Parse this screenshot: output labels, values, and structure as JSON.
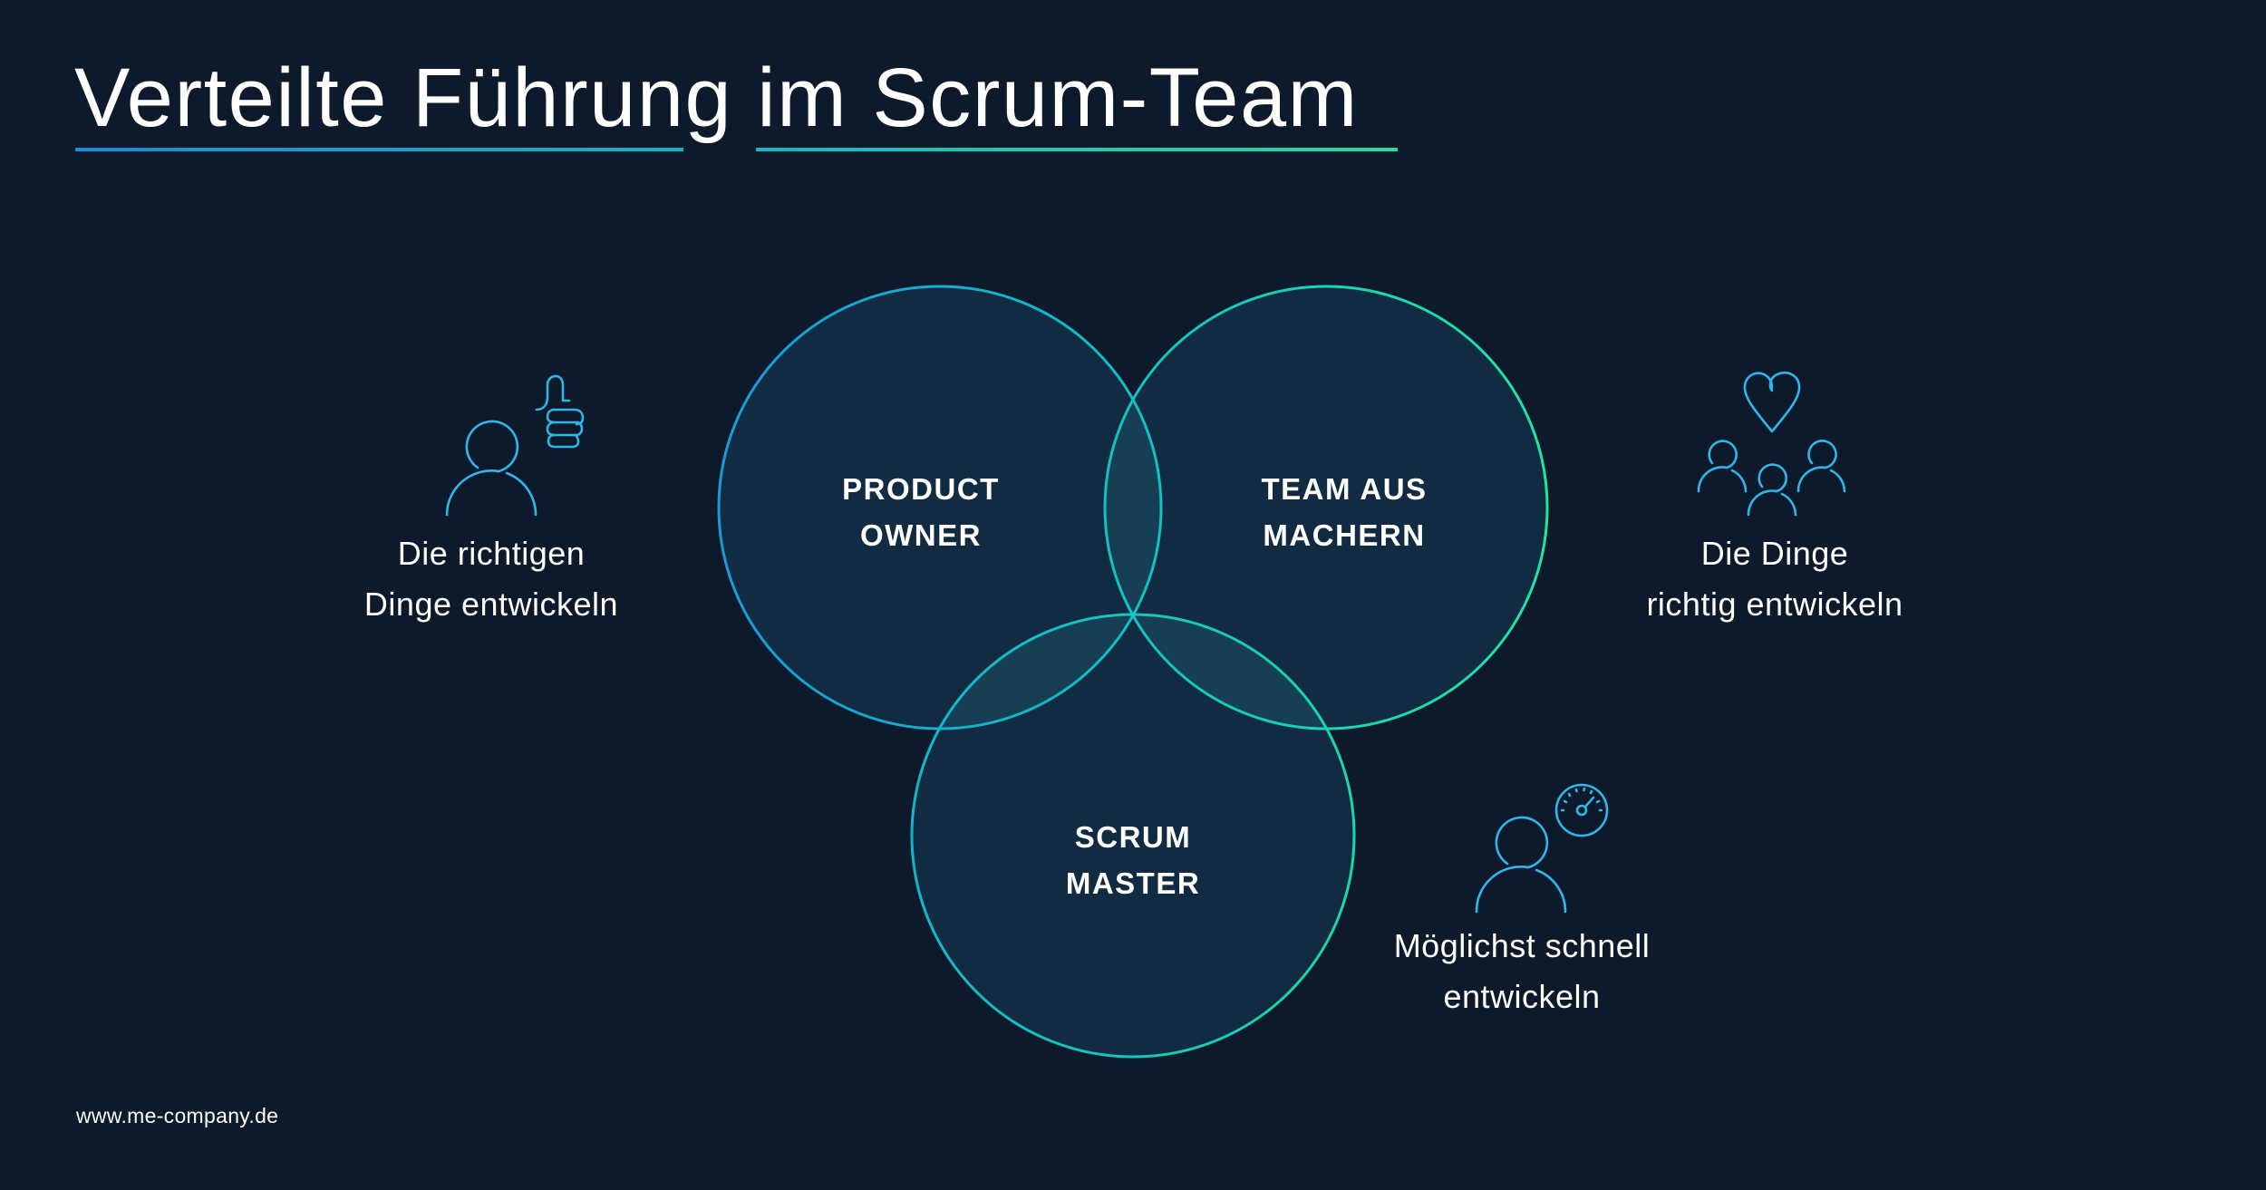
{
  "title": "Verteilte Führung im Scrum-Team",
  "colors": {
    "background": "#0c1a2b",
    "circle_fill": "#112b42",
    "overlap_fill": "#163e55",
    "stroke_blue": "#1a9ad6",
    "stroke_teal": "#10c2c4",
    "stroke_green": "#1fe0a0",
    "icon": "#2fb6ea"
  },
  "circles": [
    {
      "id": "product-owner",
      "line1": "PRODUCT",
      "line2": "OWNER"
    },
    {
      "id": "team",
      "line1": "TEAM AUS",
      "line2": "MACHERN"
    },
    {
      "id": "scrum-master",
      "line1": "SCRUM",
      "line2": "MASTER"
    }
  ],
  "captions": [
    {
      "icon": "person-thumbs-up-icon",
      "line1": "Die richtigen",
      "line2": "Dinge entwickeln"
    },
    {
      "icon": "team-heart-icon",
      "line1": "Die Dinge",
      "line2": "richtig entwickeln"
    },
    {
      "icon": "person-speedometer-icon",
      "line1": "Möglichst schnell",
      "line2": "entwickeln"
    }
  ],
  "footer": "www.me-company.de"
}
